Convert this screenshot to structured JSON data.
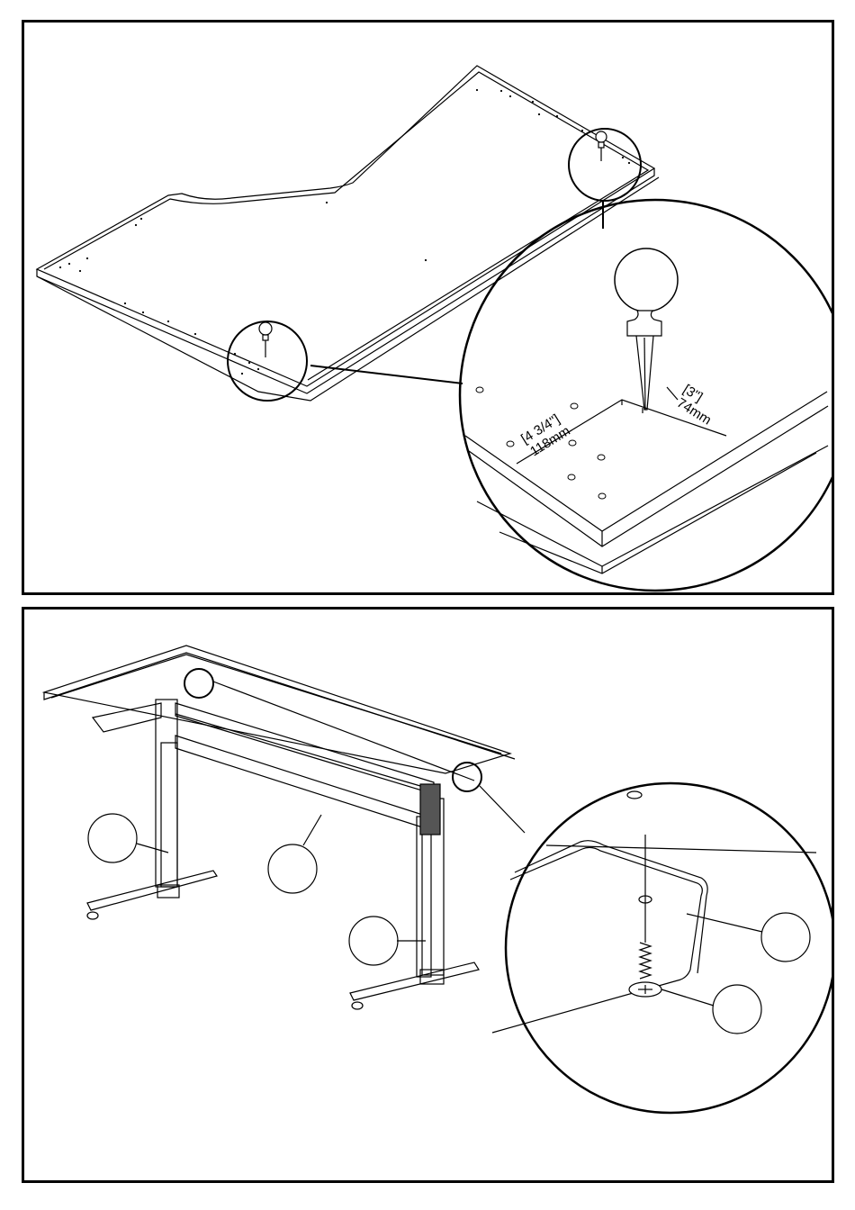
{
  "step1": {
    "dimension_a": {
      "imperial": "[4 3/4\"]",
      "metric": "118mm"
    },
    "dimension_b": {
      "imperial": "[3\"]",
      "metric": "74mm"
    }
  },
  "colors": {
    "line": "#000000",
    "background": "#ffffff"
  },
  "icons": [
    "awl-icon",
    "screw-icon"
  ]
}
